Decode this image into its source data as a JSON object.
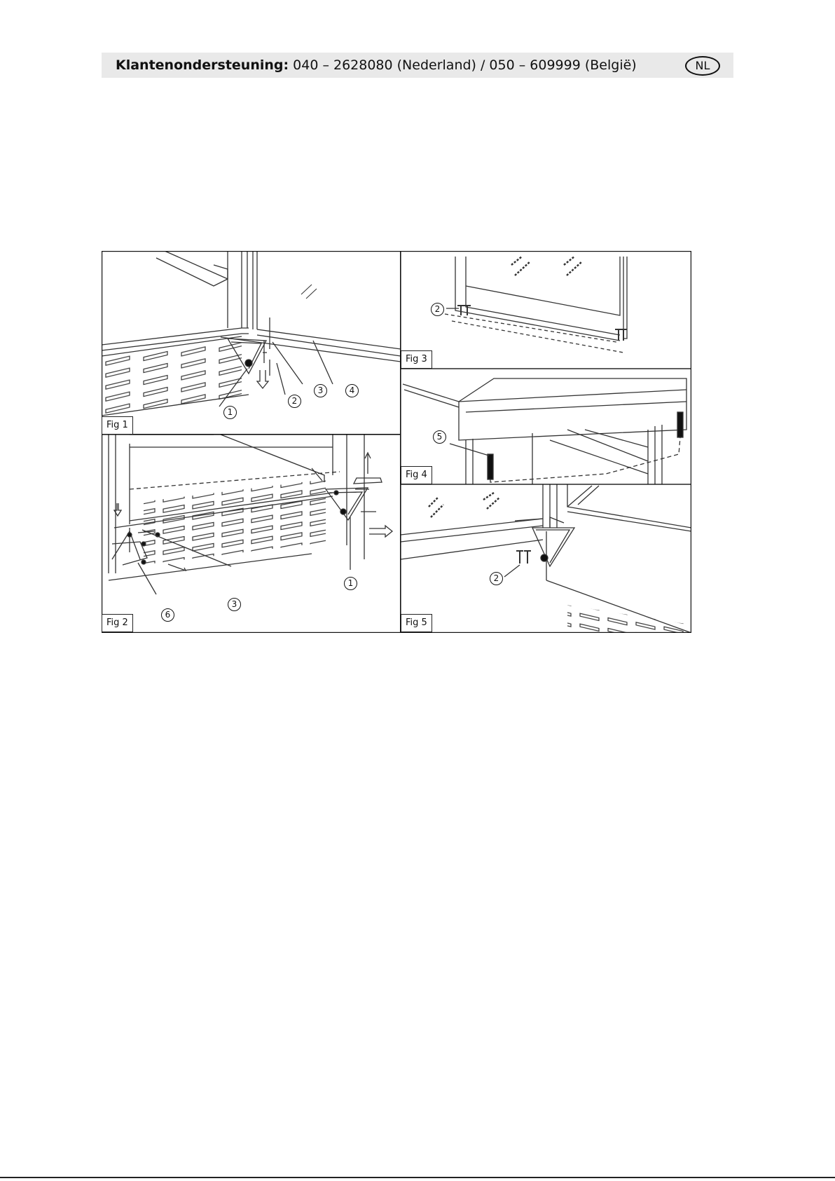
{
  "header": {
    "label": "Klantenondersteuning:",
    "phones": "040 – 2628080 (Nederland) / 050 – 609999 (België)",
    "language": "NL"
  },
  "figures": {
    "fig1": {
      "label": "Fig 1",
      "callouts": [
        "1",
        "2",
        "3",
        "4"
      ]
    },
    "fig2": {
      "label": "Fig 2",
      "callouts": [
        "1",
        "3",
        "6"
      ]
    },
    "fig3": {
      "label": "Fig 3",
      "callouts": [
        "2"
      ]
    },
    "fig4": {
      "label": "Fig 4",
      "callouts": [
        "5"
      ]
    },
    "fig5": {
      "label": "Fig 5",
      "callouts": [
        "2"
      ]
    }
  }
}
